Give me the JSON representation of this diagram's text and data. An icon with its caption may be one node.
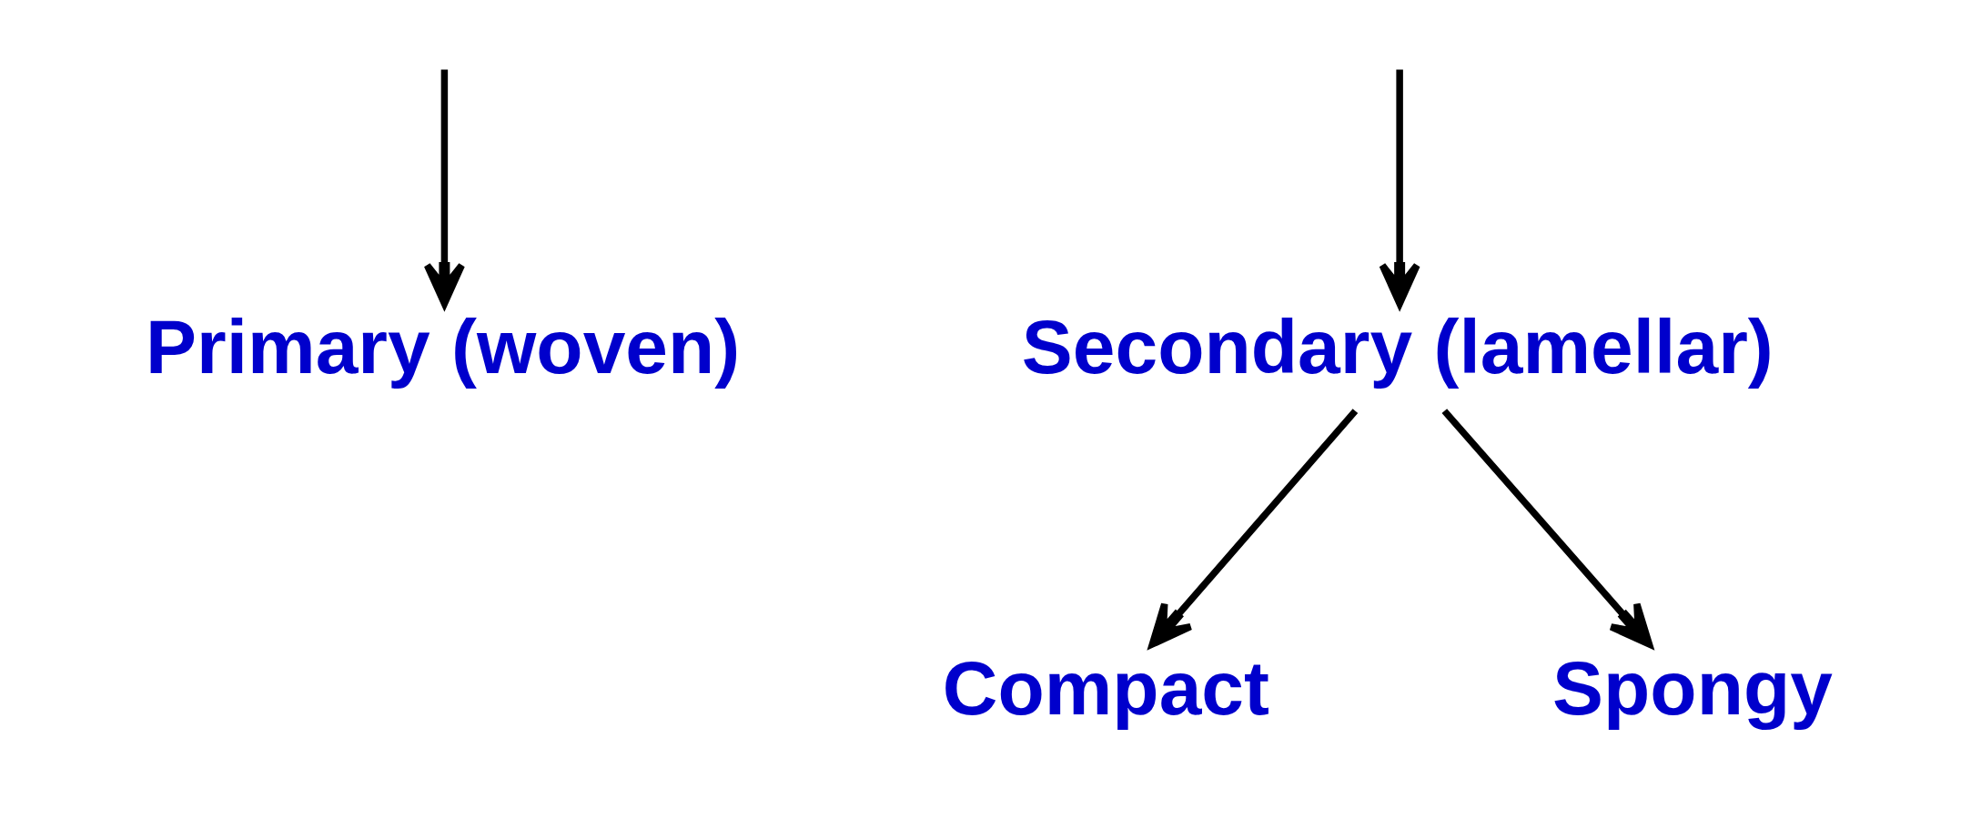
{
  "diagram": {
    "nodes": [
      {
        "text": [
          "Primary (woven)"
        ]
      },
      {
        "text": [
          "Secondary (lamellar)"
        ]
      },
      {
        "text": [
          "Compact"
        ]
      },
      {
        "text": [
          "Spongy"
        ]
      }
    ],
    "edges": [
      {
        "from": null,
        "to": 0,
        "arrow": "to"
      },
      {
        "from": null,
        "to": 1,
        "arrow": "to"
      },
      {
        "from": 1,
        "to": 2,
        "arrow": "to"
      },
      {
        "from": 1,
        "to": 3,
        "arrow": "to"
      }
    ]
  }
}
